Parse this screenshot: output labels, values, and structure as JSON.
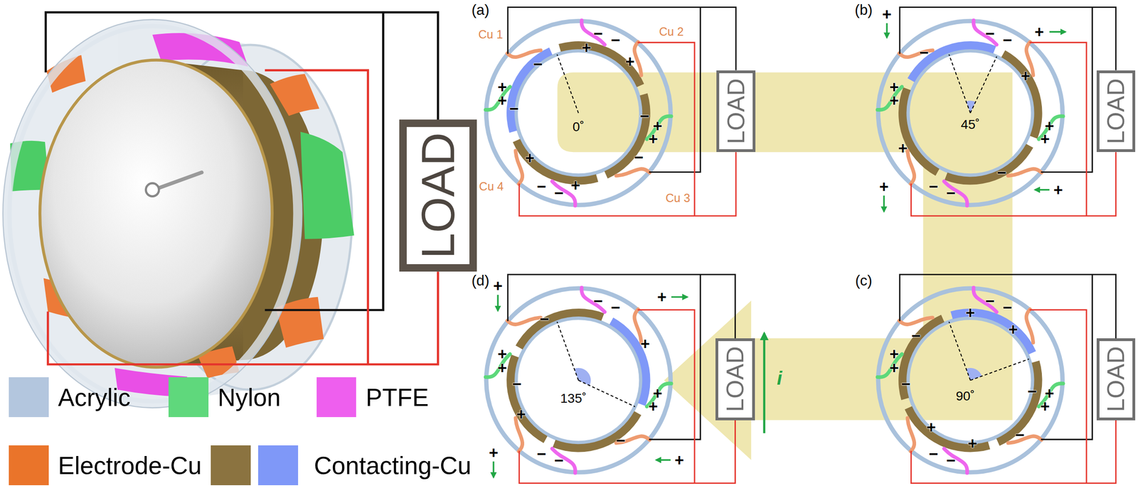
{
  "diagram": {
    "nodes": [
      {
        "text": [
          "LOAD"
        ]
      },
      {
        "text": [
          "LOAD"
        ]
      },
      {
        "text": [
          "LOAD"
        ]
      },
      {
        "text": [
          "LOAD"
        ]
      },
      {
        "text": [
          "LOAD"
        ]
      }
    ],
    "labels": [
      "(a)",
      "(b)",
      "(c)",
      "(d)",
      "Cu 1",
      "Cu 2",
      "Cu 3",
      "Cu 4",
      "0˚",
      "45˚",
      "90˚",
      "135˚",
      "i",
      "−",
      "−",
      "+",
      "+",
      "−",
      "−",
      "+",
      "+",
      "−",
      "+",
      "+",
      "−",
      "+",
      "+",
      "−",
      "−",
      "−",
      "−",
      "−",
      "+",
      "+",
      "+",
      "+",
      "+",
      "+",
      "−",
      "−",
      "−",
      "+",
      "+",
      "+",
      "+",
      "−",
      "−",
      "+",
      "+",
      "−",
      "−",
      "+",
      "+",
      "−",
      "+",
      "+",
      "+",
      "−",
      "+",
      "−",
      "−",
      "−",
      "−",
      "−",
      "+",
      "+",
      "+",
      "−",
      "+",
      "+",
      "+",
      "−",
      "−",
      "−",
      "+",
      "+",
      "+",
      "+"
    ],
    "legend": [
      {
        "text": "Acrylic",
        "color": "#b3c6de"
      },
      {
        "text": "Nylon",
        "color": "#5fd87c"
      },
      {
        "text": "PTFE",
        "color": "#ee5fee"
      },
      {
        "text": "Electrode-Cu",
        "color": "#ea742a"
      },
      {
        "text": "Contacting-Cu",
        "color": "#8b7340"
      }
    ]
  }
}
